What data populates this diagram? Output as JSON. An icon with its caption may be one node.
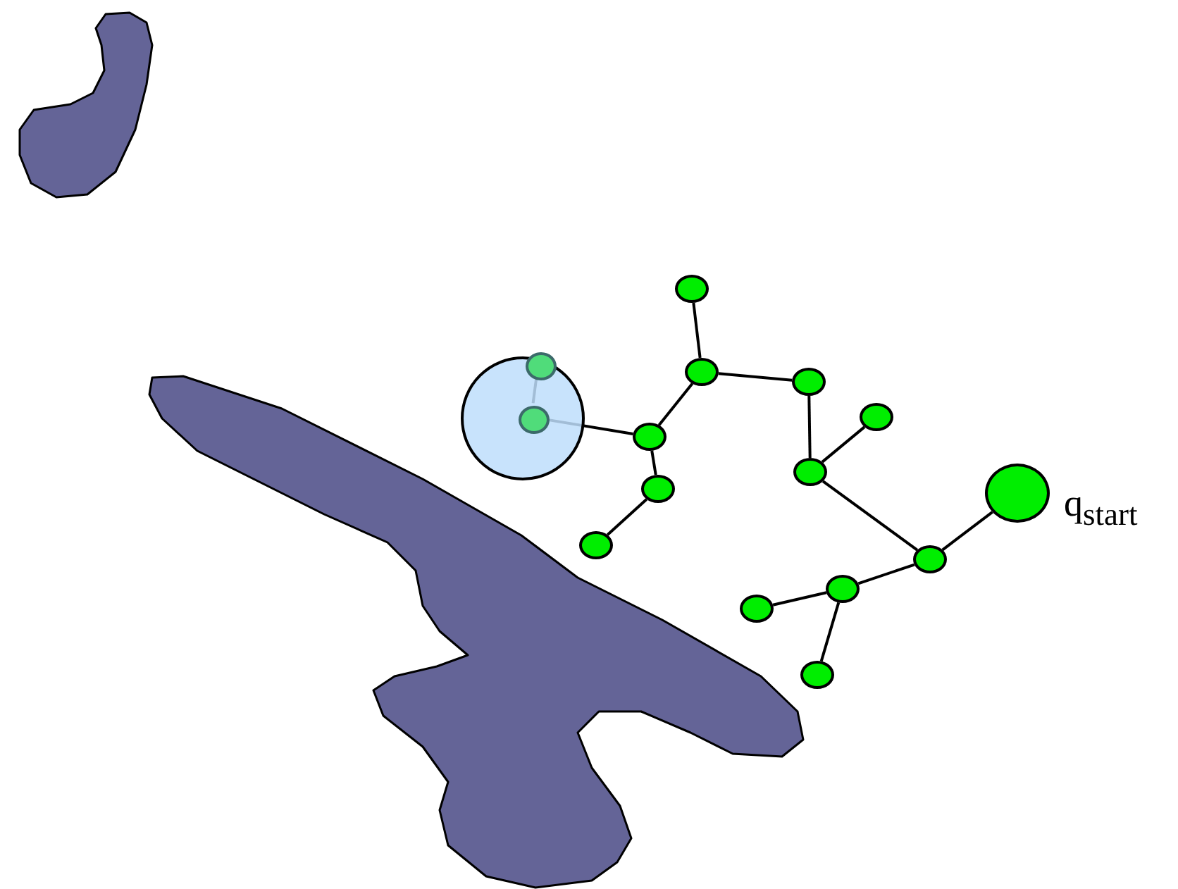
{
  "diagram": {
    "nodes": [
      {
        "text": [],
        "shape": "circle"
      },
      {
        "text": [],
        "shape": "circle"
      },
      {
        "text": [],
        "shape": "circle",
        "in": 1
      },
      {
        "text": [],
        "shape": "circle"
      },
      {
        "text": [],
        "shape": "circle"
      },
      {
        "text": [],
        "shape": "circle"
      },
      {
        "text": [],
        "shape": "circle",
        "in": 1
      },
      {
        "text": [],
        "shape": "circle"
      },
      {
        "text": [],
        "shape": "circle"
      },
      {
        "text": [],
        "shape": "circle"
      },
      {
        "text": [],
        "shape": "circle",
        "beside": [
          "q$_{start}$"
        ]
      },
      {
        "text": [],
        "shape": "circle"
      },
      {
        "text": [],
        "shape": "circle"
      },
      {
        "text": [],
        "shape": "circle"
      },
      {
        "text": [],
        "shape": "circle"
      },
      {
        "text": [],
        "shape": "circle"
      }
    ],
    "edges": [
      {
        "from": 10,
        "to": 12,
        "arrow": "none"
      },
      {
        "from": 12,
        "to": 13,
        "arrow": "none"
      },
      {
        "from": 13,
        "to": 14,
        "arrow": "none"
      },
      {
        "from": 13,
        "to": 15,
        "arrow": "none"
      },
      {
        "from": 12,
        "to": 8,
        "arrow": "none"
      },
      {
        "from": 8,
        "to": 5,
        "arrow": "none"
      },
      {
        "from": 8,
        "to": 4,
        "arrow": "none"
      },
      {
        "from": 4,
        "to": 3,
        "arrow": "none"
      },
      {
        "from": 3,
        "to": 0,
        "arrow": "none"
      },
      {
        "from": 3,
        "to": 7,
        "arrow": "none"
      },
      {
        "from": 7,
        "to": 9,
        "arrow": "none"
      },
      {
        "from": 9,
        "to": 11,
        "arrow": "none"
      },
      {
        "from": 7,
        "to": 6,
        "arrow": "none"
      },
      {
        "from": 6,
        "to": 2,
        "arrow": "none"
      }
    ]
  }
}
